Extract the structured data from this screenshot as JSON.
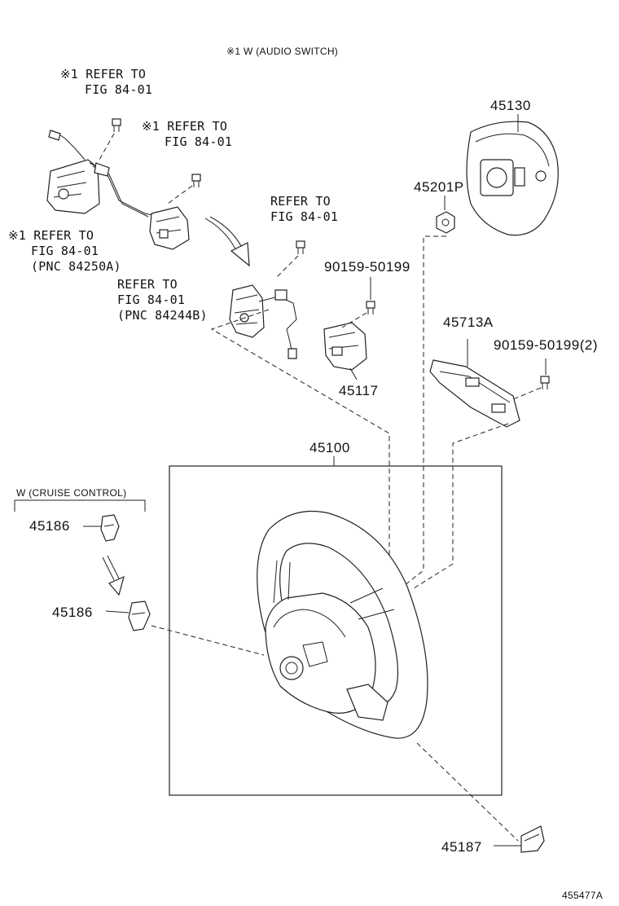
{
  "header_note": "※1 W (AUDIO SWITCH)",
  "cruise_note": "W (CRUISE CONTROL)",
  "refs": {
    "r1_line1": "※1 REFER TO",
    "r1_line2": "FIG 84-01",
    "r2_line1": "※1 REFER TO",
    "r2_line2": "FIG 84-01",
    "r3_line1": "REFER TO",
    "r3_line2": "FIG 84-01",
    "r4_line1": "※1 REFER TO",
    "r4_line2": "FIG 84-01",
    "r4_line3": "(PNC 84250A)",
    "r5_line1": "REFER TO",
    "r5_line2": "FIG 84-01",
    "r5_line3": "(PNC 84244B)"
  },
  "parts": {
    "p45130": "45130",
    "p45201P": "45201P",
    "p90159a": "90159-50199",
    "p45713A": "45713A",
    "p90159b": "90159-50199(2)",
    "p45117": "45117",
    "p45100": "45100",
    "p45186a": "45186",
    "p45186b": "45186",
    "p45187": "45187"
  },
  "figure_id": "455477A"
}
